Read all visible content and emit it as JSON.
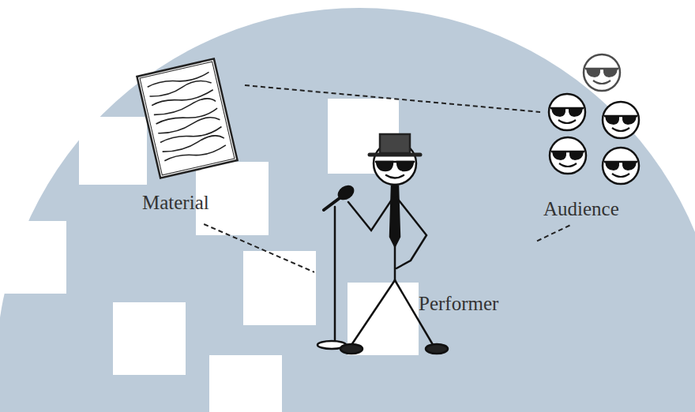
{
  "diagram": {
    "nodes": [
      {
        "text": [
          "Material"
        ]
      },
      {
        "text": [
          "Audience"
        ]
      },
      {
        "text": [
          "Performer"
        ]
      }
    ],
    "edges": [
      {
        "from": 0,
        "to": 1,
        "arrow": "none"
      },
      {
        "from": 0,
        "to": 2,
        "arrow": "none"
      },
      {
        "from": 2,
        "to": 1,
        "arrow": "none"
      }
    ]
  }
}
